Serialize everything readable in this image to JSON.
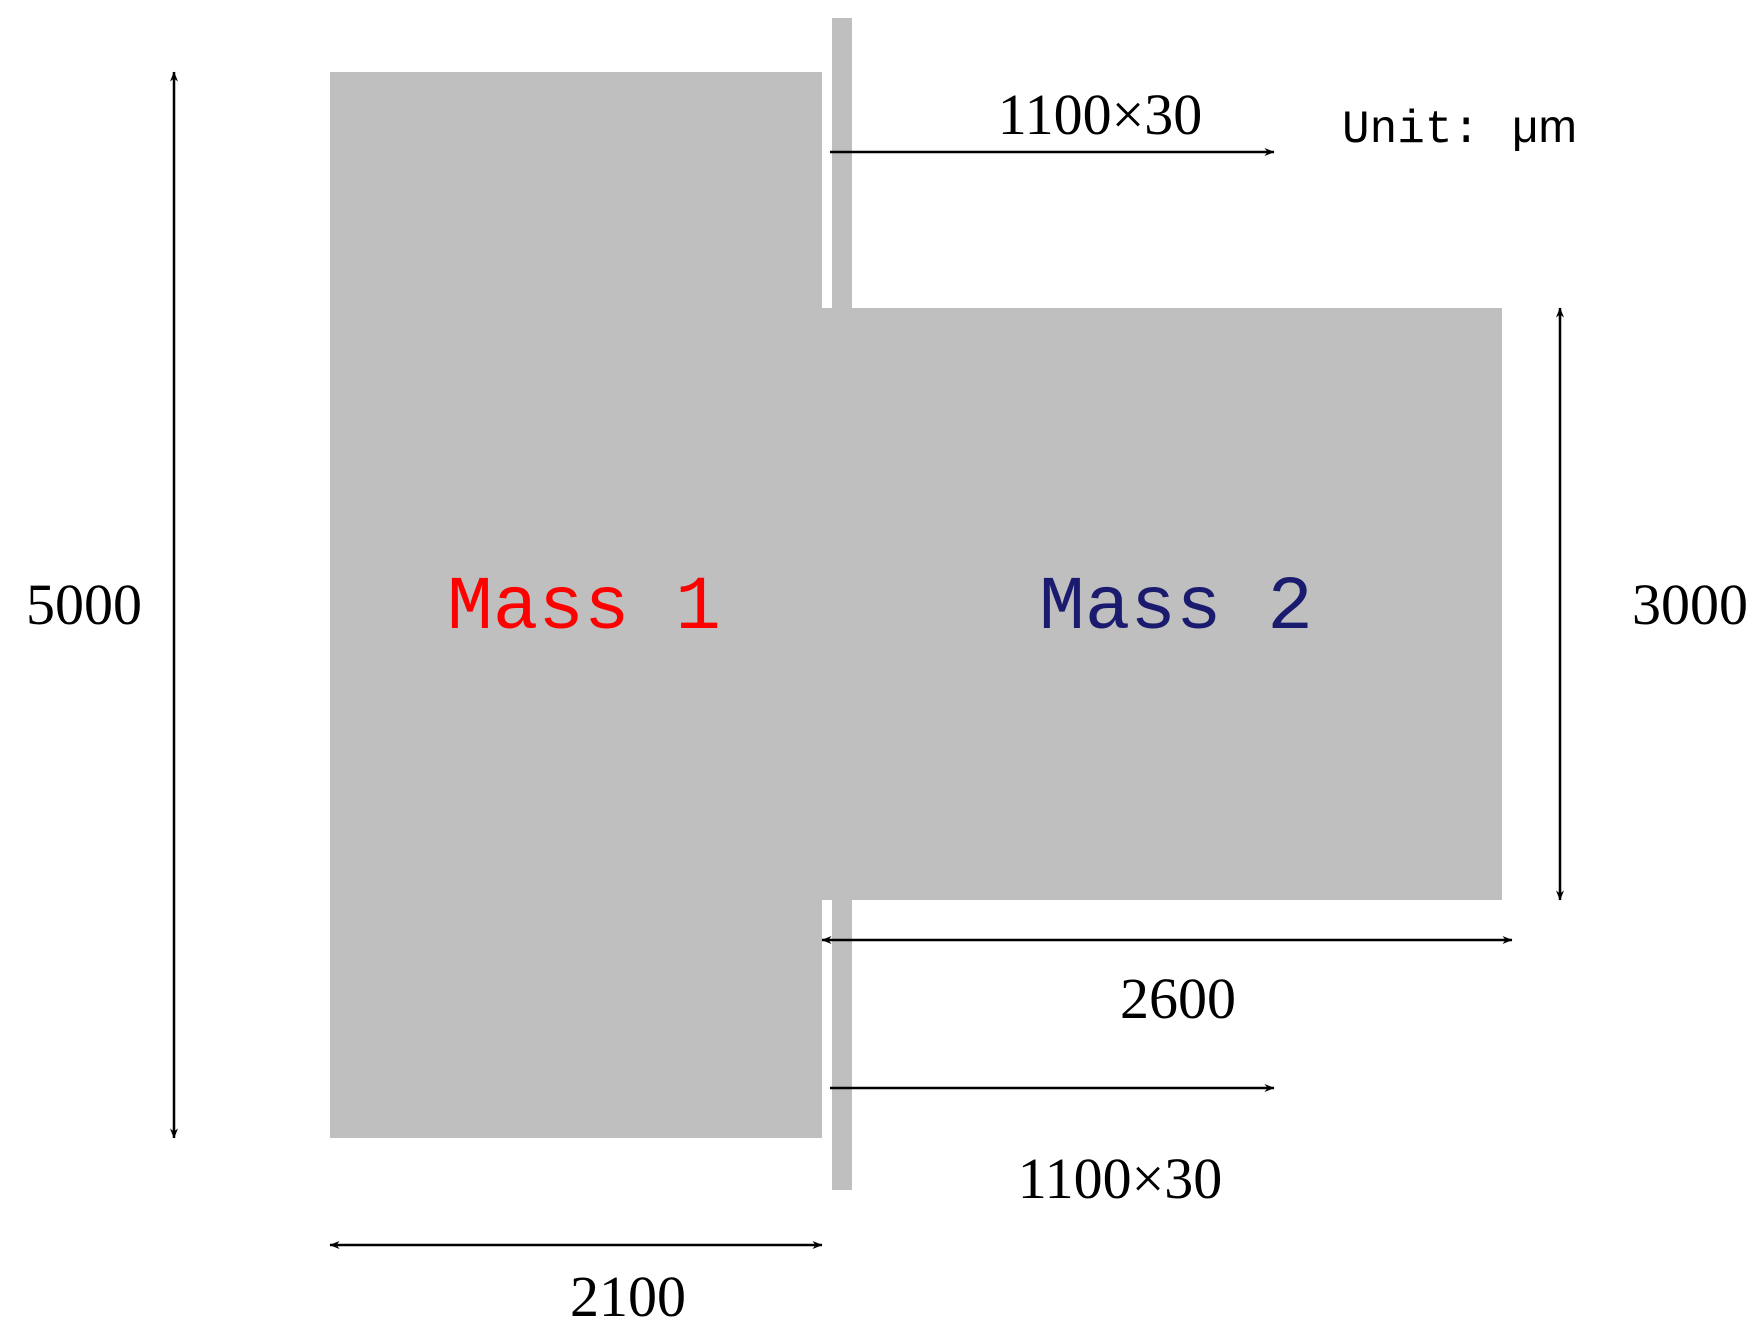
{
  "unit": {
    "label": "Unit:",
    "symbol": "μm"
  },
  "masses": {
    "mass1": {
      "label": "Mass 1",
      "color": "#ff0000"
    },
    "mass2": {
      "label": "Mass 2",
      "color": "#1a1a6e"
    }
  },
  "dimensions": {
    "mass1_height": "5000",
    "mass1_width": "2100",
    "mass2_height": "3000",
    "mass2_width": "2600",
    "top_beam": "1100×30",
    "bottom_beam": "1100×30"
  },
  "colors": {
    "structure_fill": "#bfbfbf",
    "line": "#000000"
  }
}
